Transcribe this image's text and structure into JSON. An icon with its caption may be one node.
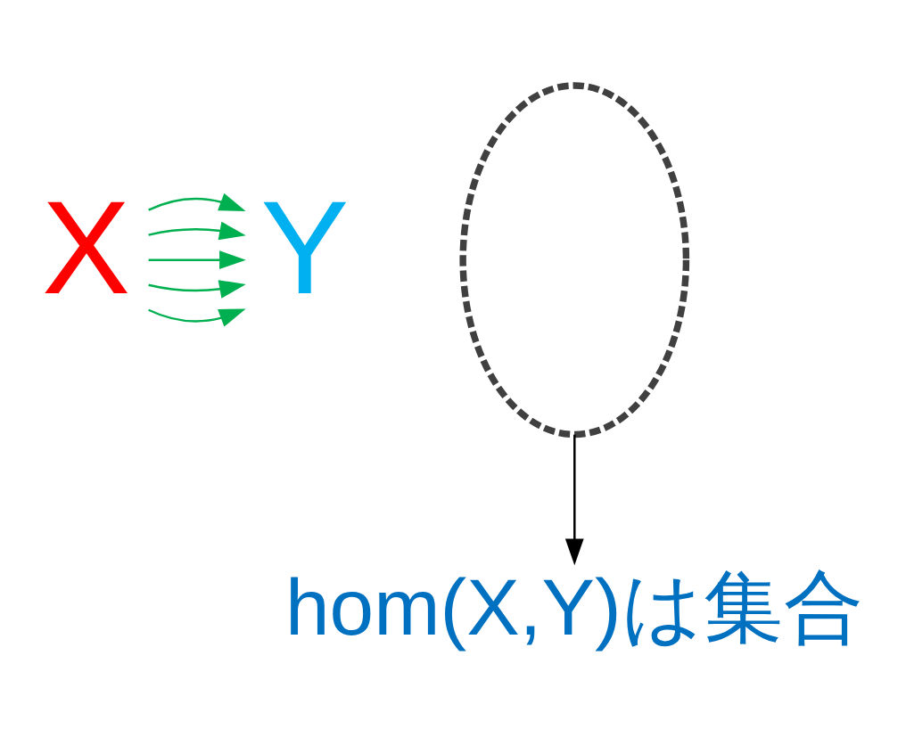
{
  "diagram": {
    "nodes": [
      {
        "text": [
          "X"
        ]
      },
      {
        "text": [
          "Y"
        ]
      },
      {
        "text": [],
        "shape": "ellipse"
      },
      {
        "text": [
          "hom(X,Y)は集合"
        ]
      }
    ],
    "edges": [
      {
        "from": 0,
        "to": 1,
        "arrow": "to",
        "color": "#00b050"
      },
      {
        "from": 0,
        "to": 1,
        "arrow": "to",
        "color": "#00b050"
      },
      {
        "from": 0,
        "to": 1,
        "arrow": "to",
        "color": "#00b050"
      },
      {
        "from": 0,
        "to": 1,
        "arrow": "to",
        "color": "#00b050"
      },
      {
        "from": 0,
        "to": 1,
        "arrow": "to",
        "color": "#00b050"
      },
      {
        "from": 2,
        "to": 3,
        "arrow": "to",
        "color": "#000000"
      }
    ]
  }
}
